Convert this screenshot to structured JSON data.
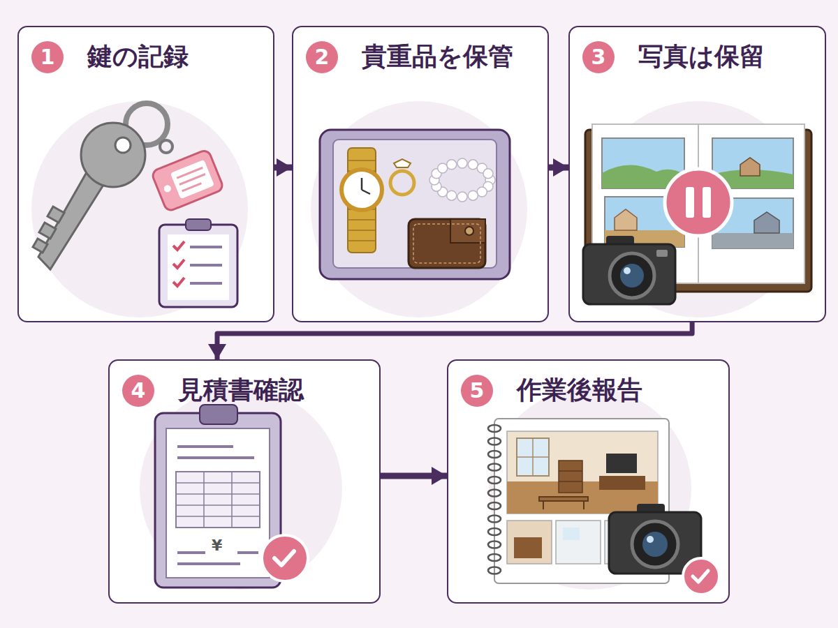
{
  "diagram": {
    "nodes": [
      {
        "text": [
          "1",
          "鍵の記録"
        ]
      },
      {
        "text": [
          "2",
          "貴重品を保管"
        ]
      },
      {
        "text": [
          "3",
          "写真は保留"
        ]
      },
      {
        "text": [
          "4",
          "見積書確認"
        ]
      },
      {
        "text": [
          "5",
          "作業後報告"
        ]
      }
    ],
    "edges": [
      {
        "from": 0,
        "to": 1,
        "arrow": "to"
      },
      {
        "from": 1,
        "to": 2,
        "arrow": "to"
      },
      {
        "from": 2,
        "to": 3,
        "arrow": "to"
      },
      {
        "from": 3,
        "to": 4,
        "arrow": "to"
      }
    ],
    "labels": [
      "¥"
    ]
  }
}
